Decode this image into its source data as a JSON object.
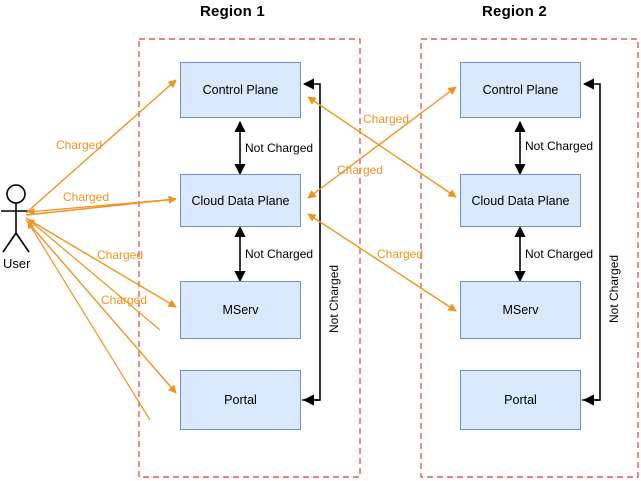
{
  "diagram": {
    "title_region1": "Region 1",
    "title_region2": "Region 2",
    "actor": {
      "name": "User",
      "label": "User"
    },
    "regions": [
      {
        "id": "region-1",
        "title": "Region 1",
        "nodes": [
          {
            "id": "control-plane",
            "label": "Control Plane"
          },
          {
            "id": "cloud-data-plane",
            "label": "Cloud Data Plane"
          },
          {
            "id": "mserv",
            "label": "MServ"
          },
          {
            "id": "portal",
            "label": "Portal"
          }
        ],
        "internal_edges": [
          {
            "from": "control-plane",
            "to": "cloud-data-plane",
            "label": "Not Charged"
          },
          {
            "from": "cloud-data-plane",
            "to": "mserv",
            "label": "Not Charged"
          },
          {
            "from": "portal",
            "to": "control-plane",
            "label": "Not Charged"
          }
        ]
      },
      {
        "id": "region-2",
        "title": "Region 2",
        "nodes": [
          {
            "id": "control-plane",
            "label": "Control Plane"
          },
          {
            "id": "cloud-data-plane",
            "label": "Cloud Data Plane"
          },
          {
            "id": "mserv",
            "label": "MServ"
          },
          {
            "id": "portal",
            "label": "Portal"
          }
        ],
        "internal_edges": [
          {
            "from": "control-plane",
            "to": "cloud-data-plane",
            "label": "Not Charged"
          },
          {
            "from": "cloud-data-plane",
            "to": "mserv",
            "label": "Not Charged"
          },
          {
            "from": "portal",
            "to": "control-plane",
            "label": "Not Charged"
          }
        ]
      }
    ],
    "charged_edges": [
      {
        "id": "user-to-r1-control-plane",
        "label": "Charged"
      },
      {
        "id": "user-to-r1-cloud-data-plane",
        "label": "Charged"
      },
      {
        "id": "user-to-r1-mserv",
        "label": "Charged"
      },
      {
        "id": "user-to-r1-portal",
        "label": "Charged"
      },
      {
        "id": "r1-control-plane-to-r2-cloud-data-plane",
        "label": "Charged"
      },
      {
        "id": "r2-control-plane-to-r1-cloud-data-plane",
        "label": "Charged"
      },
      {
        "id": "r1-cloud-data-plane-to-r2-mserv",
        "label": "Charged"
      }
    ],
    "colors": {
      "node_fill": "#dae8fc",
      "node_stroke": "#7191c4",
      "region_border": "#e05c5c",
      "charged": "#f2931e",
      "not_charged": "#000000",
      "background": "#ffffff"
    }
  }
}
